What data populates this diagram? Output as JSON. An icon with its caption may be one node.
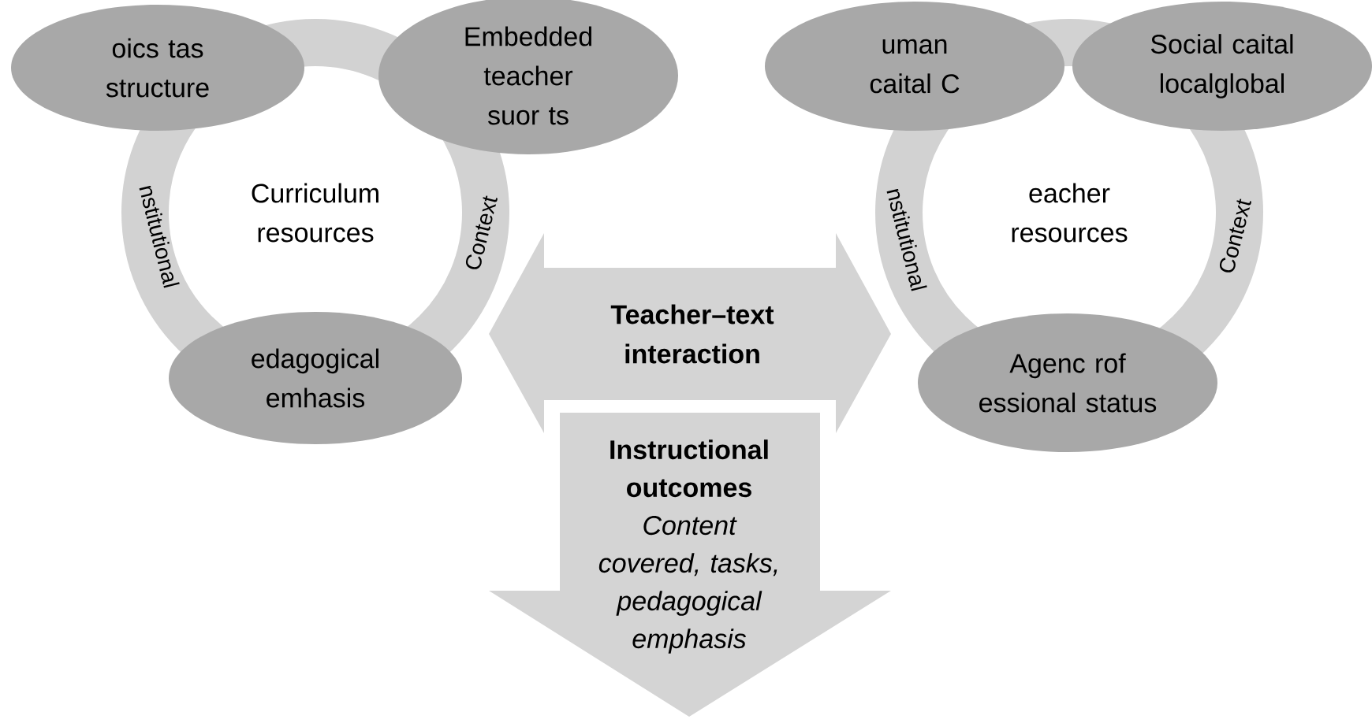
{
  "diagram": {
    "nodes": [
      {
        "text": [
          "oics tas structure"
        ]
      },
      {
        "text": [
          "Embedded teacher suor ts"
        ]
      },
      {
        "text": [
          "Curriculum resources"
        ]
      },
      {
        "text": [
          "edagogical emhasis"
        ]
      },
      {
        "text": [
          "uman caital C"
        ]
      },
      {
        "text": [
          "Social caital localglobal"
        ]
      },
      {
        "text": [
          "eacher resources"
        ]
      },
      {
        "text": [
          "Agenc rof essional status"
        ]
      },
      {
        "text": [
          "Instructional outcomes",
          "Content covered, tasks, pedagogical emphasis"
        ]
      }
    ],
    "edges": [
      {
        "from": 2,
        "to": 6,
        "arrow": "both",
        "label": "Teacher–text interaction"
      }
    ],
    "labels": [
      "nstitutional",
      "Context",
      "nstitutional",
      "Context"
    ]
  }
}
